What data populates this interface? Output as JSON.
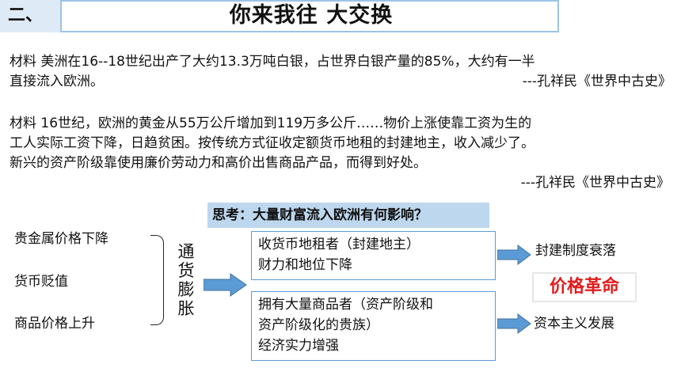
{
  "header": {
    "section_number": "二、",
    "title": "你来我往 大交换"
  },
  "materials": [
    {
      "lines": [
        "材料  美洲在16--18世纪出产了大约13.3万吨白银，占世界白银产量的85%，大约有一半",
        "直接流入欧洲。"
      ],
      "source": "---孔祥民《世界中古史》"
    },
    {
      "lines": [
        "材料  16世纪，欧洲的黄金从55万公斤增加到119万多公斤……物价上涨使靠工资为生的",
        "工人实际工资下降，日趋贫困。按传统方式征收定额货币地租的封建地主，收入减少了。",
        "新兴的资产阶级靠使用廉价劳动力和高价出售商品产品，而得到好处。"
      ],
      "source": "---孔祥民《世界中古史》"
    }
  ],
  "think": {
    "question": "思考：大量财富流入欧洲有何影响？"
  },
  "diagram": {
    "causes": [
      "贵金属价格下降",
      "货币贬值",
      "商品价格上升"
    ],
    "inflation_chars": [
      "通",
      "货",
      "膨",
      "胀"
    ],
    "box_top": [
      "收货币地租者（封建地主）",
      "财力和地位下降"
    ],
    "box_bottom": [
      "拥有大量商品者（资产阶级和",
      "资产阶级化的贵族）",
      "经济实力增强"
    ],
    "result_top": "封建制度衰落",
    "result_bottom": "资本主义发展",
    "center_label": "价格革命",
    "colors": {
      "arrow": "#5b9bd5",
      "box_border": "#5b9bd5",
      "think_bg": "#bdd7ee",
      "accent_red": "#e31c1c"
    }
  }
}
